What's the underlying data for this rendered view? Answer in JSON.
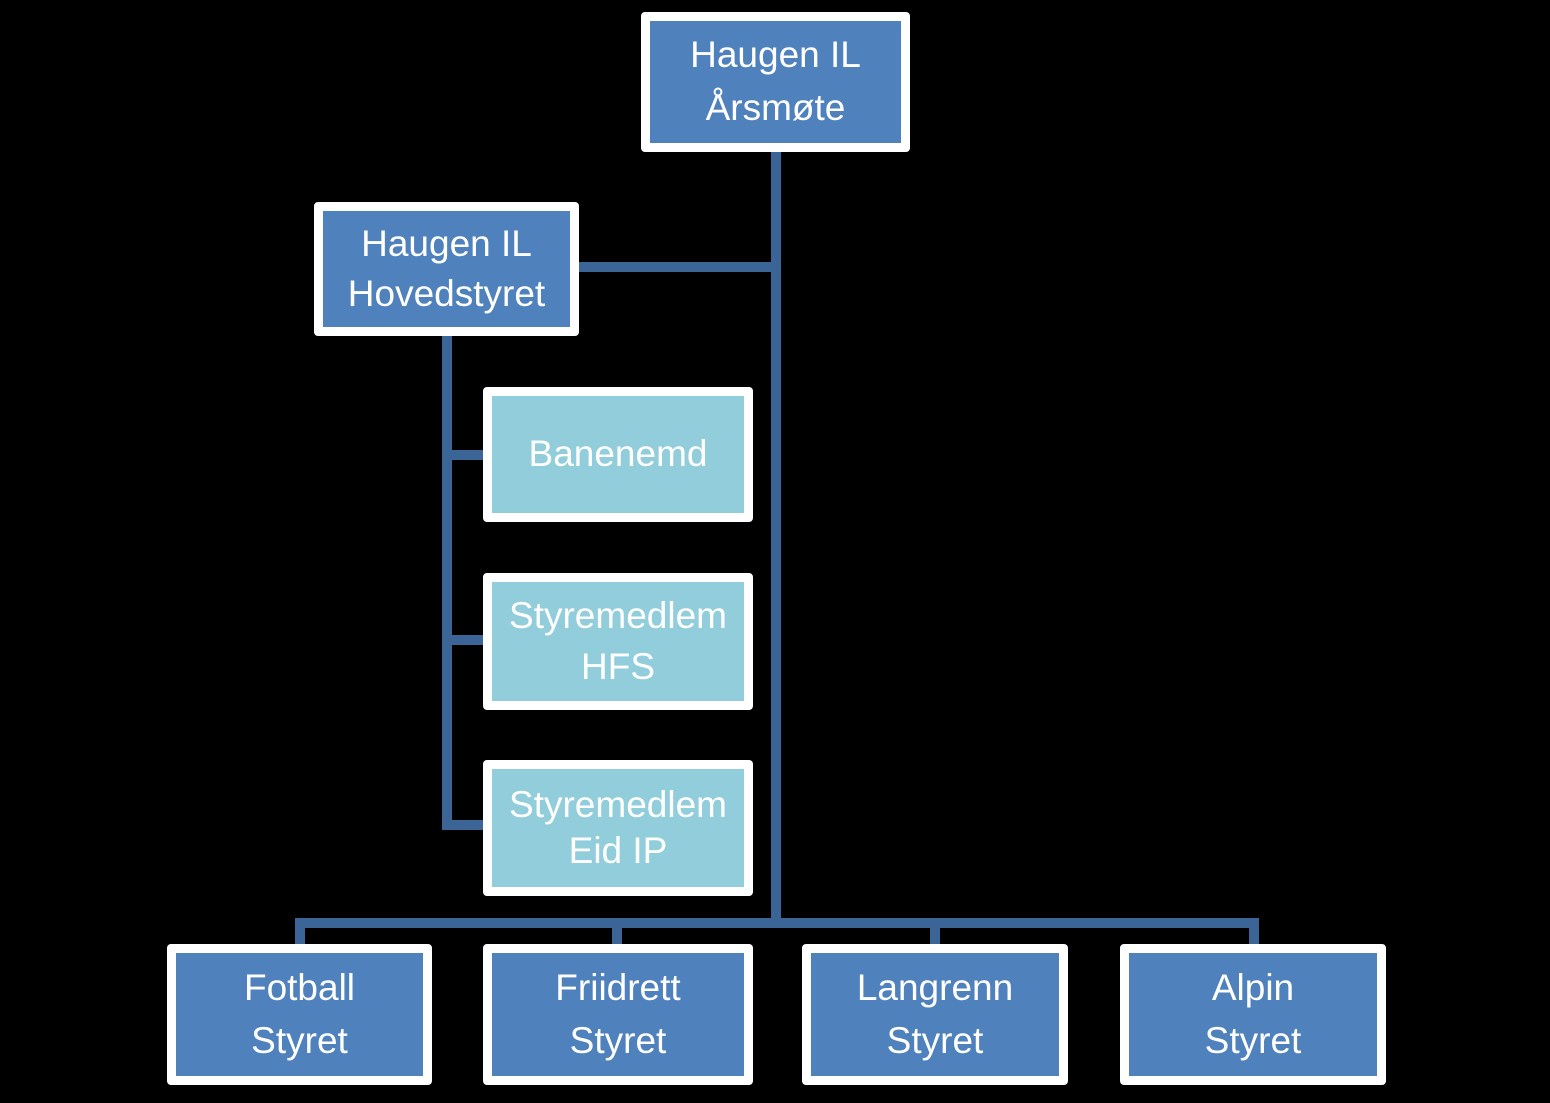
{
  "colors": {
    "background": "#000000",
    "primary_box": "#4f81bd",
    "secondary_box": "#92cddc",
    "connector": "#3a6596",
    "box_border": "#ffffff",
    "text": "#ffffff"
  },
  "chart": {
    "type": "org-chart",
    "nodes": {
      "arsmote": {
        "line1": "Haugen IL",
        "line2": "Årsmøte"
      },
      "hovedstyret": {
        "line1": "Haugen IL",
        "line2": "Hovedstyret"
      },
      "banenemd": {
        "line1": "Banenemd"
      },
      "hfs": {
        "line1": "Styremedlem",
        "line2": "HFS"
      },
      "eid": {
        "line1": "Styremedlem",
        "line2": "Eid IP"
      },
      "fotball": {
        "line1": "Fotball",
        "line2": "Styret"
      },
      "friidrett": {
        "line1": "Friidrett",
        "line2": "Styret"
      },
      "langrenn": {
        "line1": "Langrenn",
        "line2": "Styret"
      },
      "alpin": {
        "line1": "Alpin",
        "line2": "Styret"
      }
    },
    "edges": [
      {
        "from": "Haugen IL Årsmøte",
        "to": "Haugen IL Hovedstyret"
      },
      {
        "from": "Haugen IL Hovedstyret",
        "to": "Banenemd"
      },
      {
        "from": "Haugen IL Hovedstyret",
        "to": "Styremedlem HFS"
      },
      {
        "from": "Haugen IL Hovedstyret",
        "to": "Styremedlem Eid IP"
      },
      {
        "from": "Haugen IL Årsmøte",
        "to": "Fotball Styret"
      },
      {
        "from": "Haugen IL Årsmøte",
        "to": "Friidrett Styret"
      },
      {
        "from": "Haugen IL Årsmøte",
        "to": "Langrenn Styret"
      },
      {
        "from": "Haugen IL Årsmøte",
        "to": "Alpin Styret"
      }
    ]
  }
}
